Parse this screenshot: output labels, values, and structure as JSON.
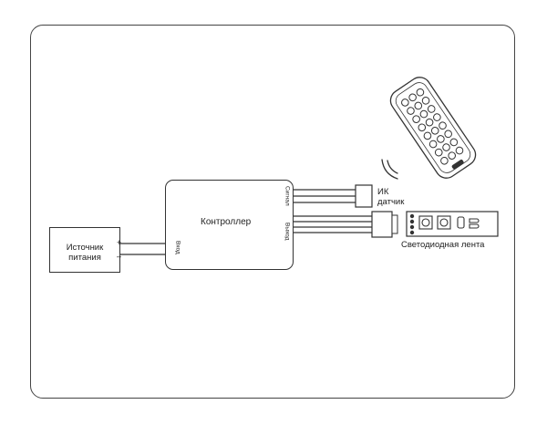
{
  "power_supply": {
    "line1": "Источник",
    "line2": "питания",
    "plus": "+",
    "minus": "–"
  },
  "controller": {
    "title": "Контроллер",
    "input": "Вход",
    "signal": "Сигнал",
    "output": "Выход"
  },
  "ir_sensor": {
    "line1": "ИК",
    "line2": "датчик"
  },
  "led_strip": {
    "label": "Светодиодная лента",
    "plus": "+",
    "minus": "–"
  },
  "colors": {
    "line": "#333333",
    "frame": "#444444",
    "background": "#ffffff"
  }
}
